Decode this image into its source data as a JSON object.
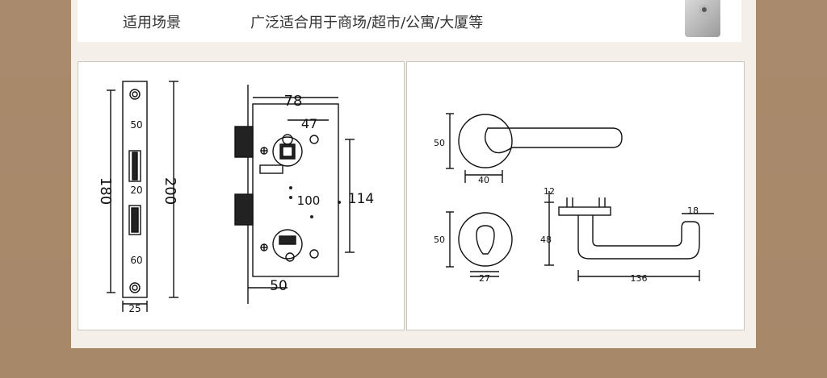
{
  "header": {
    "scene_label": "适用场景",
    "scene_value": "广泛适合用于商场/超市/公寓/大厦等"
  },
  "lock_body": {
    "plate_labels": {
      "total_height": "200",
      "hole_span": "180",
      "width": "25",
      "seg_top": "50",
      "seg_mid": "20",
      "seg_bottom": "60"
    },
    "case_labels": {
      "depth": "78",
      "spindle_offset": "47",
      "height": "114",
      "center_distance": "100",
      "backset": "50"
    }
  },
  "handle": {
    "rose_labels": {
      "diameter": "50",
      "width": "40"
    },
    "escutcheon_labels": {
      "diameter": "50",
      "width": "27"
    },
    "lever_labels": {
      "thickness": "12",
      "projection": "48",
      "length": "136",
      "end_width": "18"
    }
  }
}
